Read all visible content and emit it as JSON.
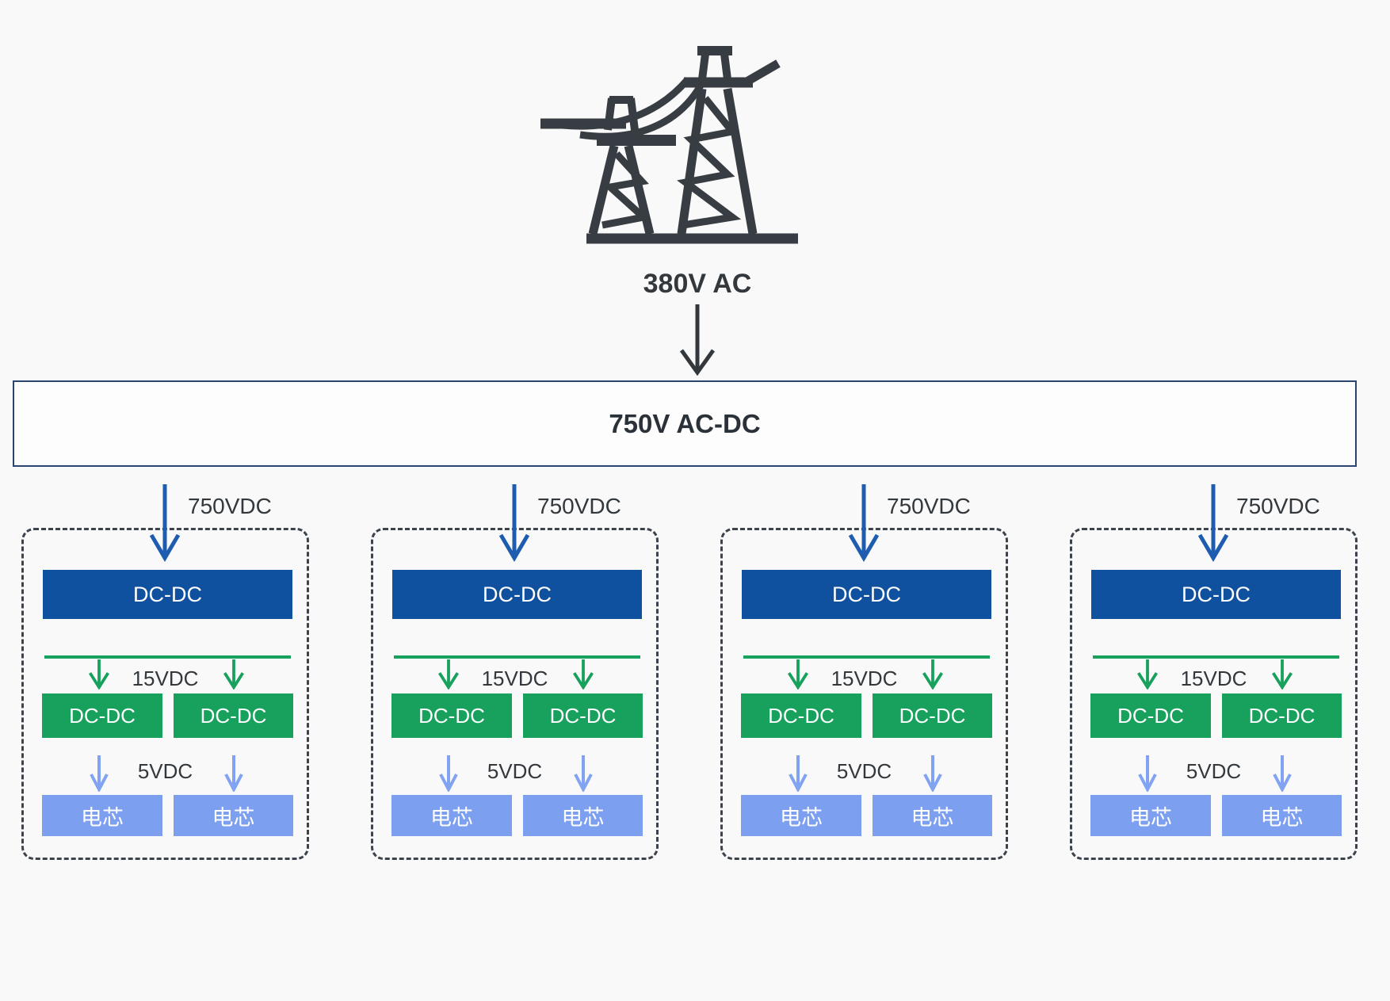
{
  "colors": {
    "background": "#f9f9f9",
    "ink": "#33383d",
    "tower": "#383d43",
    "navy_border": "#2c4470",
    "converter_bg": "#fdfdfe",
    "blue": "#10519f",
    "blue_arrow": "#1e5cb0",
    "green": "#18a15c",
    "light_blue": "#7d9ff0",
    "light_blue_arrow": "#82a3f2",
    "dash": "#3c434d"
  },
  "source": {
    "icon": "transmission-towers",
    "label": "380V AC"
  },
  "converter": {
    "label": "750V AC-DC"
  },
  "branches": [
    {
      "input_label": "750VDC",
      "primary_dcdc_label": "DC-DC",
      "mid_voltage_label": "15VDC",
      "left_dcdc_label": "DC-DC",
      "right_dcdc_label": "DC-DC",
      "output_voltage_label": "5VDC",
      "left_cell_label": "电芯",
      "right_cell_label": "电芯"
    },
    {
      "input_label": "750VDC",
      "primary_dcdc_label": "DC-DC",
      "mid_voltage_label": "15VDC",
      "left_dcdc_label": "DC-DC",
      "right_dcdc_label": "DC-DC",
      "output_voltage_label": "5VDC",
      "left_cell_label": "电芯",
      "right_cell_label": "电芯"
    },
    {
      "input_label": "750VDC",
      "primary_dcdc_label": "DC-DC",
      "mid_voltage_label": "15VDC",
      "left_dcdc_label": "DC-DC",
      "right_dcdc_label": "DC-DC",
      "output_voltage_label": "5VDC",
      "left_cell_label": "电芯",
      "right_cell_label": "电芯"
    },
    {
      "input_label": "750VDC",
      "primary_dcdc_label": "DC-DC",
      "mid_voltage_label": "15VDC",
      "left_dcdc_label": "DC-DC",
      "right_dcdc_label": "DC-DC",
      "output_voltage_label": "5VDC",
      "left_cell_label": "电芯",
      "right_cell_label": "电芯"
    }
  ]
}
